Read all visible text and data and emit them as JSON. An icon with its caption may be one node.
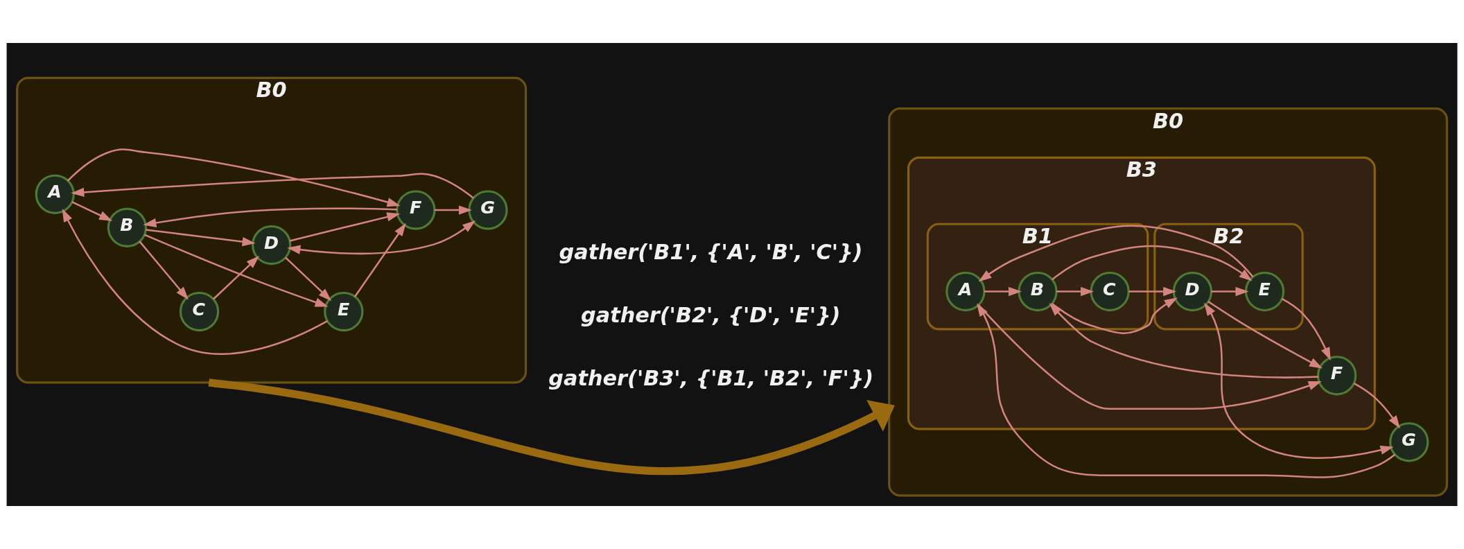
{
  "diagram": {
    "nodes": [
      {
        "text": [
          "B0"
        ]
      },
      {
        "text": [
          "A"
        ],
        "in": 0
      },
      {
        "text": [
          "B"
        ],
        "in": 0
      },
      {
        "text": [
          "C"
        ],
        "in": 0
      },
      {
        "text": [
          "D"
        ],
        "in": 0
      },
      {
        "text": [
          "E"
        ],
        "in": 0
      },
      {
        "text": [
          "F"
        ],
        "in": 0
      },
      {
        "text": [
          "G"
        ],
        "in": 0
      },
      {
        "text": [
          "B0"
        ]
      },
      {
        "text": [
          "B3"
        ],
        "in": 8
      },
      {
        "text": [
          "B1"
        ],
        "in": 9
      },
      {
        "text": [
          "A"
        ],
        "in": 10
      },
      {
        "text": [
          "B"
        ],
        "in": 10
      },
      {
        "text": [
          "C"
        ],
        "in": 10
      },
      {
        "text": [
          "B2"
        ],
        "in": 9
      },
      {
        "text": [
          "D"
        ],
        "in": 14
      },
      {
        "text": [
          "E"
        ],
        "in": 14
      },
      {
        "text": [
          "F"
        ],
        "in": 9
      },
      {
        "text": [
          "G"
        ],
        "in": 8
      }
    ],
    "edges": [
      {
        "from": 1,
        "to": 2,
        "arrow": "to"
      },
      {
        "from": 2,
        "to": 3,
        "arrow": "to"
      },
      {
        "from": 3,
        "to": 4,
        "arrow": "to"
      },
      {
        "from": 2,
        "to": 4,
        "arrow": "to"
      },
      {
        "from": 2,
        "to": 5,
        "arrow": "to"
      },
      {
        "from": 7,
        "to": 1,
        "arrow": "to"
      },
      {
        "from": 1,
        "to": 6,
        "arrow": "to"
      },
      {
        "from": 6,
        "to": 2,
        "arrow": "to"
      },
      {
        "from": 5,
        "to": 1,
        "arrow": "to"
      },
      {
        "from": 7,
        "to": 4,
        "arrow": "both"
      },
      {
        "from": 4,
        "to": 5,
        "arrow": "to"
      },
      {
        "from": 4,
        "to": 6,
        "arrow": "to"
      },
      {
        "from": 5,
        "to": 6,
        "arrow": "to"
      },
      {
        "from": 6,
        "to": 7,
        "arrow": "to"
      },
      {
        "from": 0,
        "to": 8,
        "arrow": "to",
        "style": "thick",
        "color": "#9a6a10"
      },
      {
        "from": 11,
        "to": 12,
        "arrow": "to"
      },
      {
        "from": 12,
        "to": 13,
        "arrow": "to"
      },
      {
        "from": 13,
        "to": 15,
        "arrow": "to"
      },
      {
        "from": 12,
        "to": 15,
        "arrow": "to"
      },
      {
        "from": 12,
        "to": 16,
        "arrow": "to"
      },
      {
        "from": 18,
        "to": 11,
        "arrow": "to"
      },
      {
        "from": 11,
        "to": 17,
        "arrow": "to"
      },
      {
        "from": 17,
        "to": 12,
        "arrow": "to"
      },
      {
        "from": 16,
        "to": 11,
        "arrow": "to"
      },
      {
        "from": 18,
        "to": 15,
        "arrow": "both"
      },
      {
        "from": 15,
        "to": 16,
        "arrow": "to"
      },
      {
        "from": 15,
        "to": 17,
        "arrow": "to"
      },
      {
        "from": 16,
        "to": 17,
        "arrow": "to"
      },
      {
        "from": 17,
        "to": 18,
        "arrow": "to"
      }
    ],
    "labels": [
      "gather('B1', {'A', 'B', 'C'})",
      "gather('B2', {'D', 'E'})",
      "gather('B3', {'B1, 'B2', 'F'})"
    ]
  }
}
